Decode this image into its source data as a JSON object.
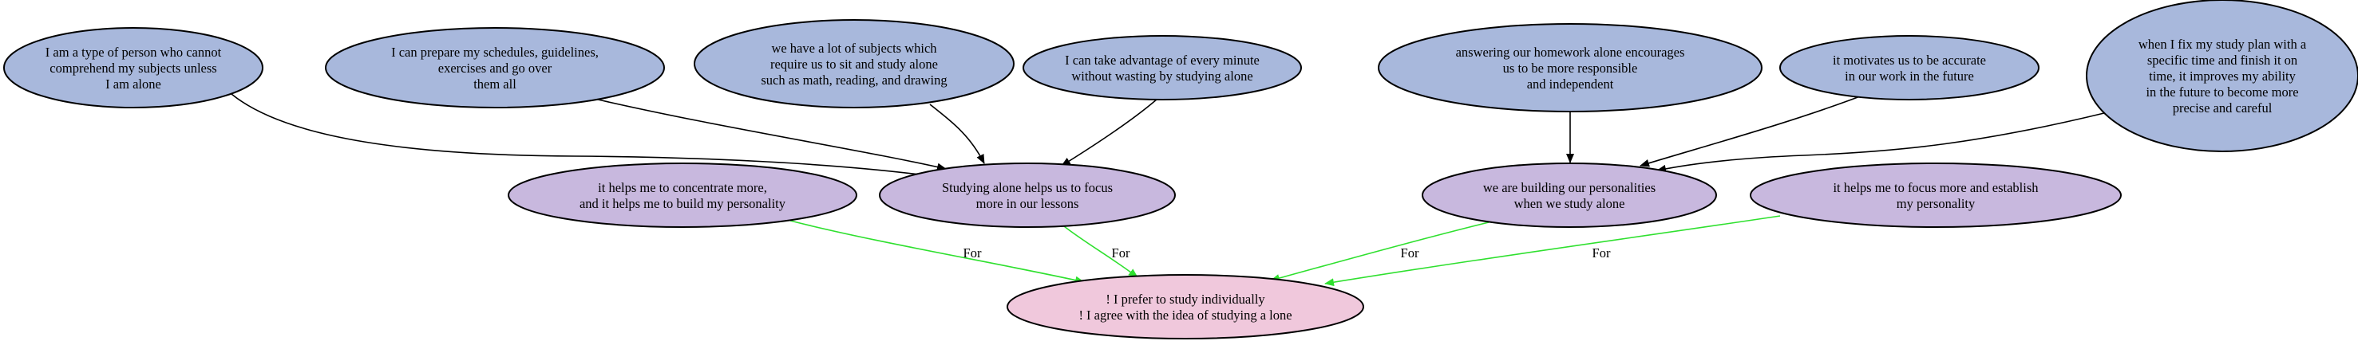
{
  "colors": {
    "premise": "#a8b8dc",
    "argument": "#c8b8de",
    "conclusion": "#f0c8dc",
    "support_edge": "#000000",
    "for_edge": "#2fe02f"
  },
  "nodes": {
    "n1": {
      "kind": "premise",
      "lines": [
        "I am a type of person who cannot",
        "comprehend my subjects unless",
        "I am alone"
      ]
    },
    "n2": {
      "kind": "premise",
      "lines": [
        "I can prepare my schedules, guidelines,",
        "exercises and go over",
        "them all"
      ]
    },
    "n3": {
      "kind": "premise",
      "lines": [
        "we have a lot of subjects which",
        "require us to sit and study alone",
        "such as math, reading, and drawing"
      ]
    },
    "n4": {
      "kind": "premise",
      "lines": [
        "I can take advantage of every minute",
        "without wasting by studying alone"
      ]
    },
    "n5": {
      "kind": "premise",
      "lines": [
        "answering our homework alone encourages",
        "us to be more responsible",
        "and independent"
      ]
    },
    "n6": {
      "kind": "premise",
      "lines": [
        "it motivates us to be accurate",
        "in our work in the future"
      ]
    },
    "n7": {
      "kind": "premise",
      "lines": [
        "when I fix my study plan with a",
        "specific time and finish it on",
        "time, it improves my ability",
        "in the future to become more",
        "precise and careful"
      ]
    },
    "a1": {
      "kind": "argument",
      "lines": [
        "it helps me to concentrate more,",
        "and it helps me to build my personality"
      ]
    },
    "a2": {
      "kind": "argument",
      "lines": [
        "Studying alone helps us to focus",
        "more in our lessons"
      ]
    },
    "a3": {
      "kind": "argument",
      "lines": [
        "we are building our personalities",
        "when we study alone"
      ]
    },
    "a4": {
      "kind": "argument",
      "lines": [
        "it helps me to focus more and establish",
        "my personality"
      ]
    },
    "c1": {
      "kind": "conclusion",
      "lines": [
        "! I prefer to study individually",
        "! I agree with the idea of studying a lone"
      ]
    }
  },
  "edges": [
    {
      "from": "n1",
      "to": "a2",
      "kind": "support",
      "label": ""
    },
    {
      "from": "n2",
      "to": "a2",
      "kind": "support",
      "label": ""
    },
    {
      "from": "n3",
      "to": "a2",
      "kind": "support",
      "label": ""
    },
    {
      "from": "n4",
      "to": "a2",
      "kind": "support",
      "label": ""
    },
    {
      "from": "n5",
      "to": "a3",
      "kind": "support",
      "label": ""
    },
    {
      "from": "n6",
      "to": "a3",
      "kind": "support",
      "label": ""
    },
    {
      "from": "n7",
      "to": "a3",
      "kind": "support",
      "label": ""
    },
    {
      "from": "a1",
      "to": "c1",
      "kind": "for",
      "label": "For"
    },
    {
      "from": "a2",
      "to": "c1",
      "kind": "for",
      "label": "For"
    },
    {
      "from": "a3",
      "to": "c1",
      "kind": "for",
      "label": "For"
    },
    {
      "from": "a4",
      "to": "c1",
      "kind": "for",
      "label": "For"
    }
  ]
}
